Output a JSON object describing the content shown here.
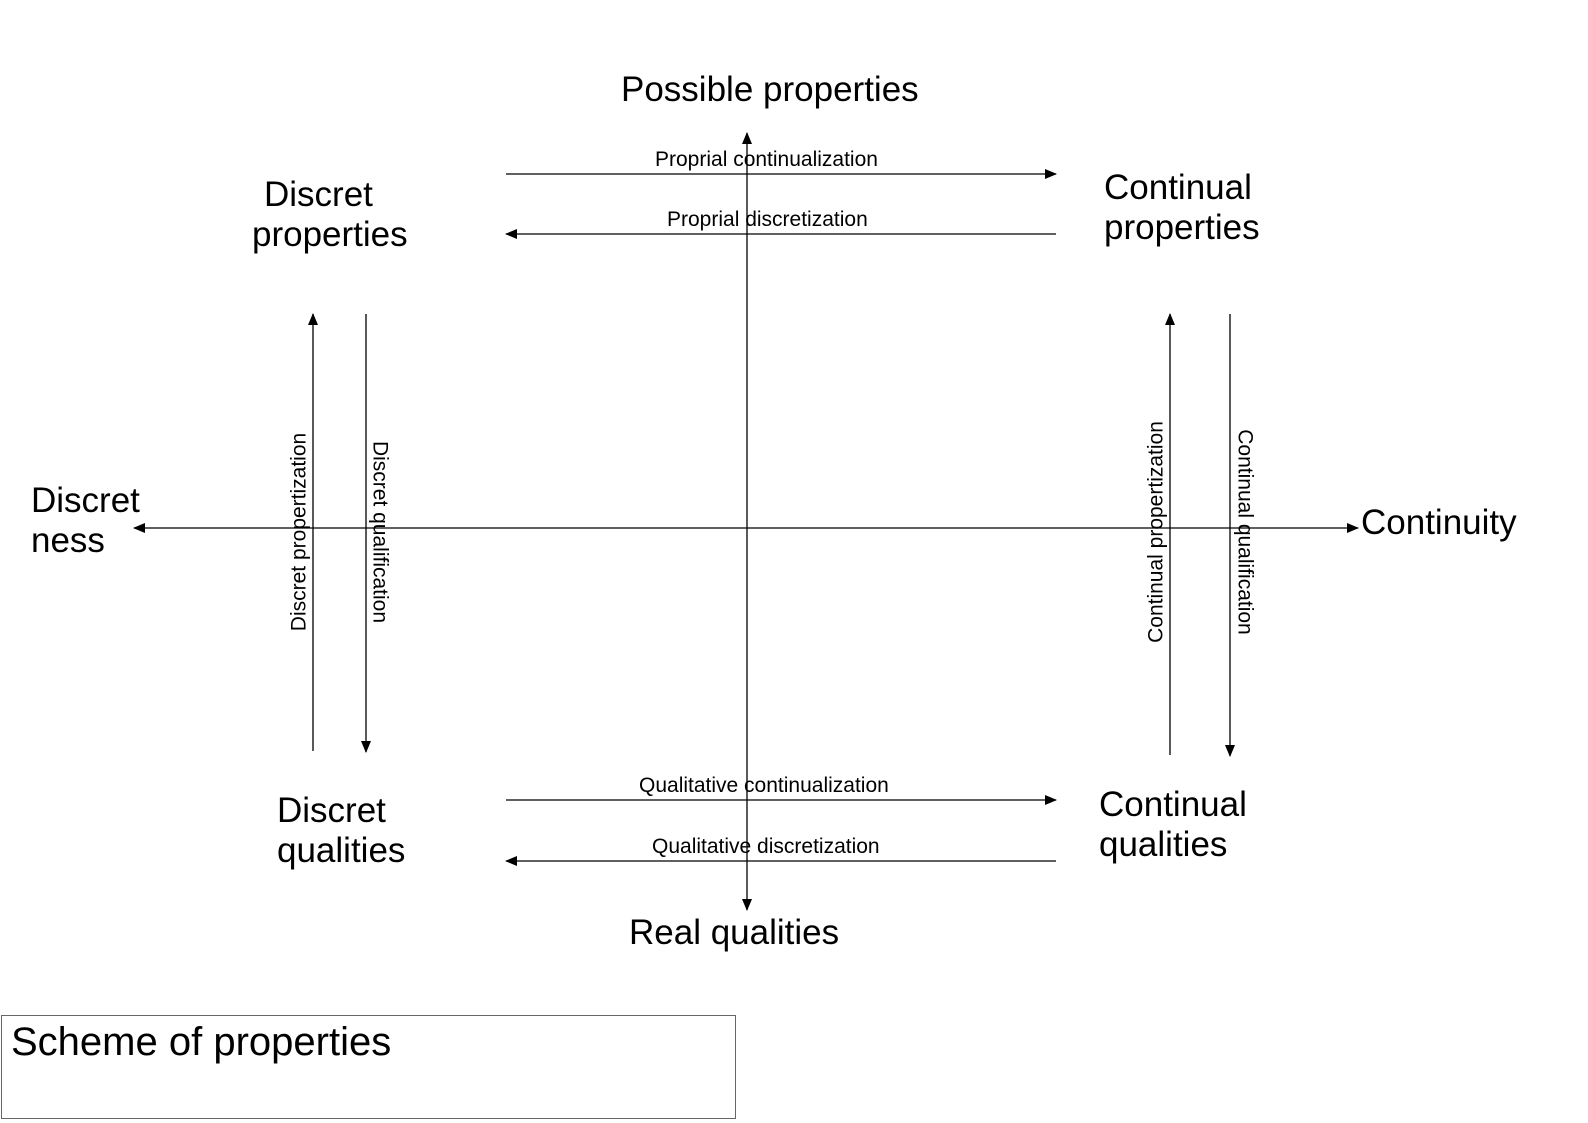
{
  "nodes": {
    "top_axis": "Possible properties",
    "bottom_axis": "Real qualities",
    "left_axis_line1": "Discret",
    "left_axis_line2": "ness",
    "right_axis": "Continuity",
    "top_left_line1": "Discret",
    "top_left_line2": "properties",
    "top_right_line1": "Continual",
    "top_right_line2": "properties",
    "bottom_left_line1": "Discret",
    "bottom_left_line2": "qualities",
    "bottom_right_line1": "Continual",
    "bottom_right_line2": "qualities"
  },
  "edges": {
    "proprial_continualization": "Proprial continualization",
    "proprial_discretization": "Proprial discretization",
    "qualitative_continualization": "Qualitative continualization",
    "qualitative_discretization": "Qualitative discretization",
    "discret_propertization": "Discret propertization",
    "discret_qualification": "Discret qualification",
    "continual_propertization": "Continual propertization",
    "continual_qualification": "Continual qualification"
  },
  "caption": "Scheme of properties"
}
